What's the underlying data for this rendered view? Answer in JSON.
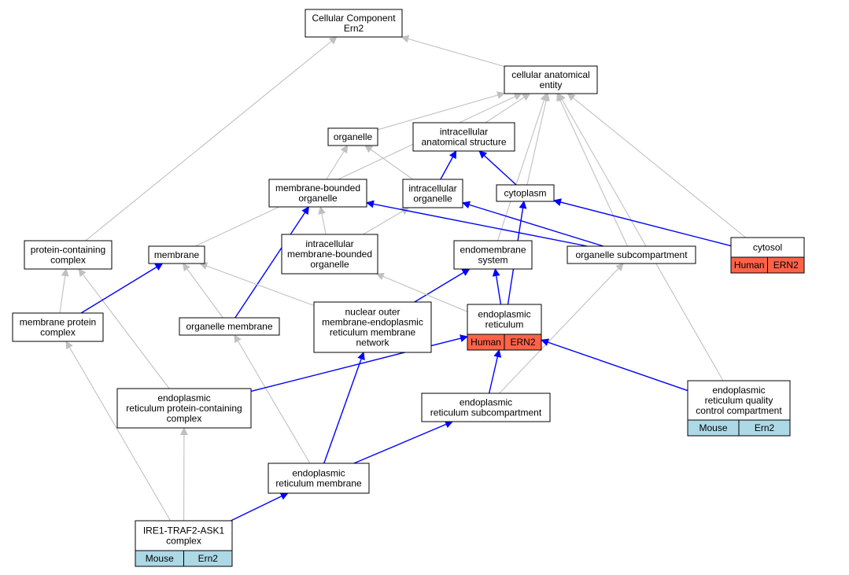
{
  "graph": {
    "nodes": [
      {
        "id": "cc_ern2",
        "lines": [
          "Cellular Component",
          "Ern2"
        ]
      },
      {
        "id": "cae",
        "lines": [
          "cellular anatomical",
          "entity"
        ]
      },
      {
        "id": "organelle",
        "lines": [
          "organelle"
        ]
      },
      {
        "id": "ias",
        "lines": [
          "intracellular",
          "anatomical structure"
        ]
      },
      {
        "id": "mbo",
        "lines": [
          "membrane-bounded",
          "organelle"
        ]
      },
      {
        "id": "io",
        "lines": [
          "intracellular",
          "organelle"
        ]
      },
      {
        "id": "cytoplasm",
        "lines": [
          "cytoplasm"
        ]
      },
      {
        "id": "cytosol",
        "lines": [
          "cytosol"
        ],
        "badges": [
          "Human",
          "ERN2"
        ],
        "badge_color": "#ff6347"
      },
      {
        "id": "pcc",
        "lines": [
          "protein-containing",
          "complex"
        ]
      },
      {
        "id": "membrane",
        "lines": [
          "membrane"
        ]
      },
      {
        "id": "imbo",
        "lines": [
          "intracellular",
          "membrane-bounded",
          "organelle"
        ]
      },
      {
        "id": "ems",
        "lines": [
          "endomembrane",
          "system"
        ]
      },
      {
        "id": "osc",
        "lines": [
          "organelle subcompartment"
        ]
      },
      {
        "id": "mpc",
        "lines": [
          "membrane protein",
          "complex"
        ]
      },
      {
        "id": "om",
        "lines": [
          "organelle membrane"
        ]
      },
      {
        "id": "nomer",
        "lines": [
          "nuclear outer",
          "membrane-endoplasmic",
          "reticulum membrane",
          "network"
        ]
      },
      {
        "id": "er",
        "lines": [
          "endoplasmic",
          "reticulum"
        ],
        "badges": [
          "Human",
          "ERN2"
        ],
        "badge_color": "#ff6347"
      },
      {
        "id": "erpcc",
        "lines": [
          "endoplasmic",
          "reticulum protein-containing",
          "complex"
        ]
      },
      {
        "id": "ersc",
        "lines": [
          "endoplasmic",
          "reticulum subcompartment"
        ]
      },
      {
        "id": "erqc",
        "lines": [
          "endoplasmic",
          "reticulum quality",
          "control compartment"
        ],
        "badges": [
          "Mouse",
          "Ern2"
        ],
        "badge_color": "#add8e6"
      },
      {
        "id": "erm",
        "lines": [
          "endoplasmic",
          "reticulum membrane"
        ]
      },
      {
        "id": "ire1",
        "lines": [
          "IRE1-TRAF2-ASK1",
          "complex"
        ],
        "badges": [
          "Mouse",
          "Ern2"
        ],
        "badge_color": "#add8e6"
      }
    ],
    "edge_colors": {
      "is_a": "#c0c0c0",
      "part_of": "#0000ff"
    },
    "edges": [
      {
        "from": "cae",
        "to": "cc_ern2",
        "type": "is_a"
      },
      {
        "from": "pcc",
        "to": "cc_ern2",
        "type": "is_a"
      },
      {
        "from": "organelle",
        "to": "cae",
        "type": "is_a"
      },
      {
        "from": "ias",
        "to": "cae",
        "type": "is_a"
      },
      {
        "from": "membrane",
        "to": "cae",
        "type": "is_a"
      },
      {
        "from": "cytoplasm",
        "to": "cae",
        "type": "is_a"
      },
      {
        "from": "ems",
        "to": "cae",
        "type": "is_a"
      },
      {
        "from": "osc",
        "to": "cae",
        "type": "is_a"
      },
      {
        "from": "cytosol",
        "to": "cae",
        "type": "is_a"
      },
      {
        "from": "erqc",
        "to": "cae",
        "type": "is_a"
      },
      {
        "from": "mbo",
        "to": "organelle",
        "type": "is_a"
      },
      {
        "from": "io",
        "to": "organelle",
        "type": "is_a"
      },
      {
        "from": "io",
        "to": "ias",
        "type": "part_of"
      },
      {
        "from": "cytoplasm",
        "to": "ias",
        "type": "part_of"
      },
      {
        "from": "imbo",
        "to": "mbo",
        "type": "is_a"
      },
      {
        "from": "imbo",
        "to": "io",
        "type": "is_a"
      },
      {
        "from": "om",
        "to": "mbo",
        "type": "part_of"
      },
      {
        "from": "osc",
        "to": "mbo",
        "type": "part_of"
      },
      {
        "from": "osc",
        "to": "io",
        "type": "part_of"
      },
      {
        "from": "cytosol",
        "to": "cytoplasm",
        "type": "part_of"
      },
      {
        "from": "er",
        "to": "cytoplasm",
        "type": "part_of"
      },
      {
        "from": "mpc",
        "to": "pcc",
        "type": "is_a"
      },
      {
        "from": "erpcc",
        "to": "pcc",
        "type": "is_a"
      },
      {
        "from": "mpc",
        "to": "membrane",
        "type": "part_of"
      },
      {
        "from": "om",
        "to": "membrane",
        "type": "is_a"
      },
      {
        "from": "nomer",
        "to": "membrane",
        "type": "is_a"
      },
      {
        "from": "nomer",
        "to": "ems",
        "type": "part_of"
      },
      {
        "from": "er",
        "to": "ems",
        "type": "part_of"
      },
      {
        "from": "er",
        "to": "imbo",
        "type": "is_a"
      },
      {
        "from": "ersc",
        "to": "osc",
        "type": "is_a"
      },
      {
        "from": "ire1",
        "to": "mpc",
        "type": "is_a"
      },
      {
        "from": "erm",
        "to": "om",
        "type": "is_a"
      },
      {
        "from": "erm",
        "to": "nomer",
        "type": "part_of"
      },
      {
        "from": "erpcc",
        "to": "er",
        "type": "part_of"
      },
      {
        "from": "ersc",
        "to": "er",
        "type": "part_of"
      },
      {
        "from": "erqc",
        "to": "er",
        "type": "part_of"
      },
      {
        "from": "erm",
        "to": "ersc",
        "type": "part_of"
      },
      {
        "from": "ire1",
        "to": "erpcc",
        "type": "is_a"
      },
      {
        "from": "ire1",
        "to": "erm",
        "type": "part_of"
      }
    ]
  }
}
